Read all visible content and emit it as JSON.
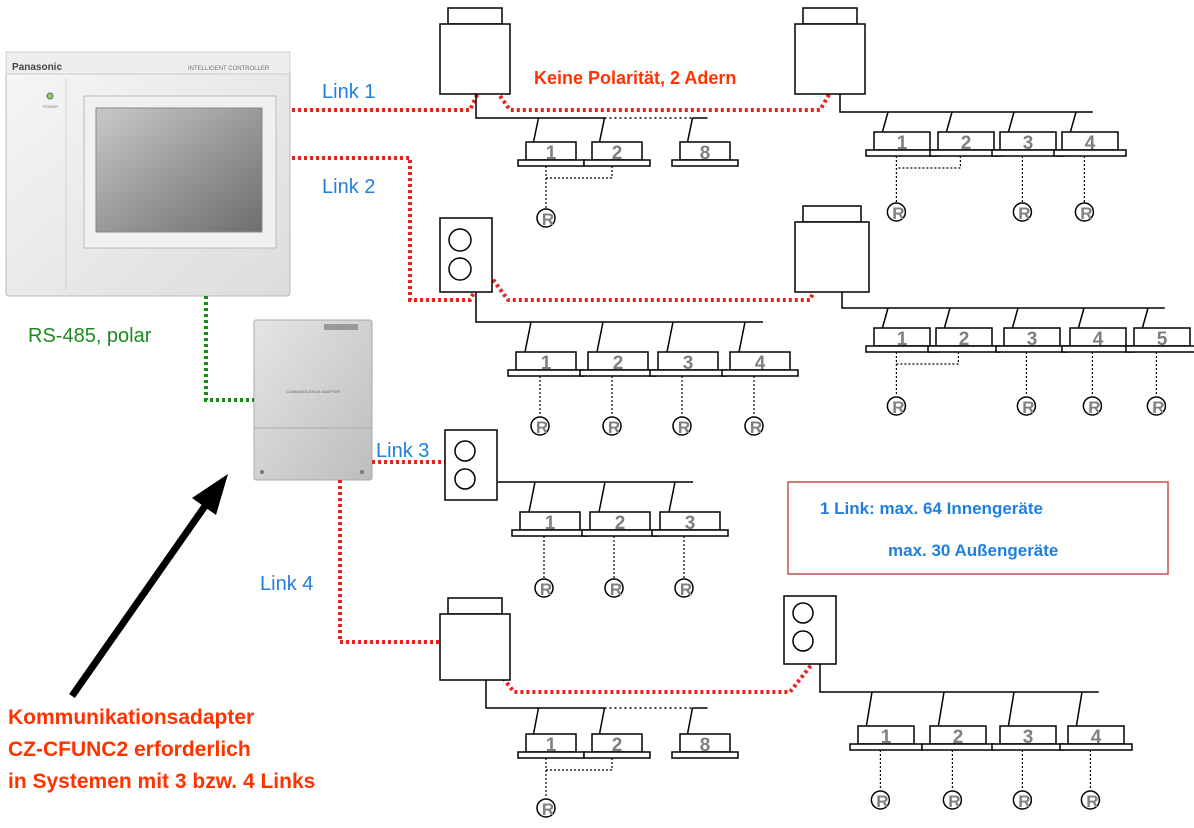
{
  "controller": {
    "brand": "Panasonic",
    "model_text": "INTELLIGENT CONTROLLER",
    "power_text": "POWER"
  },
  "adapter": {
    "label": "COMMUNICATION ADAPTER"
  },
  "links": {
    "link1": "Link 1",
    "link2": "Link 2",
    "link3": "Link 3",
    "link4": "Link 4"
  },
  "rs485_label": "RS-485, polar",
  "polarity_note": "Keine Polarität, 2 Adern",
  "info_box": {
    "line1": "1 Link: max. 64 Innengeräte",
    "line2": "max. 30 Außengeräte"
  },
  "adapter_note": {
    "line1": "Kommunikationsadapter",
    "line2": "CZ-CFUNC2 erforderlich",
    "line3": "in Systemen mit 3 bzw. 4 Links"
  },
  "remote_symbol": "R",
  "groups": {
    "g1": [
      "1",
      "2",
      "8"
    ],
    "g2": [
      "1",
      "2",
      "3",
      "4"
    ],
    "g3": [
      "1",
      "2",
      "3",
      "4"
    ],
    "g4": [
      "1",
      "2",
      "3",
      "4",
      "5"
    ],
    "g5": [
      "1",
      "2",
      "3"
    ],
    "g6": [
      "1",
      "2",
      "8"
    ],
    "g7": [
      "1",
      "2",
      "3",
      "4"
    ]
  },
  "colors": {
    "link_blue": "#1f7fe0",
    "wire_red": "#e8231d",
    "wire_green": "#1d8a1d",
    "note_red": "#ff3300",
    "box_border": "#c0504d"
  }
}
